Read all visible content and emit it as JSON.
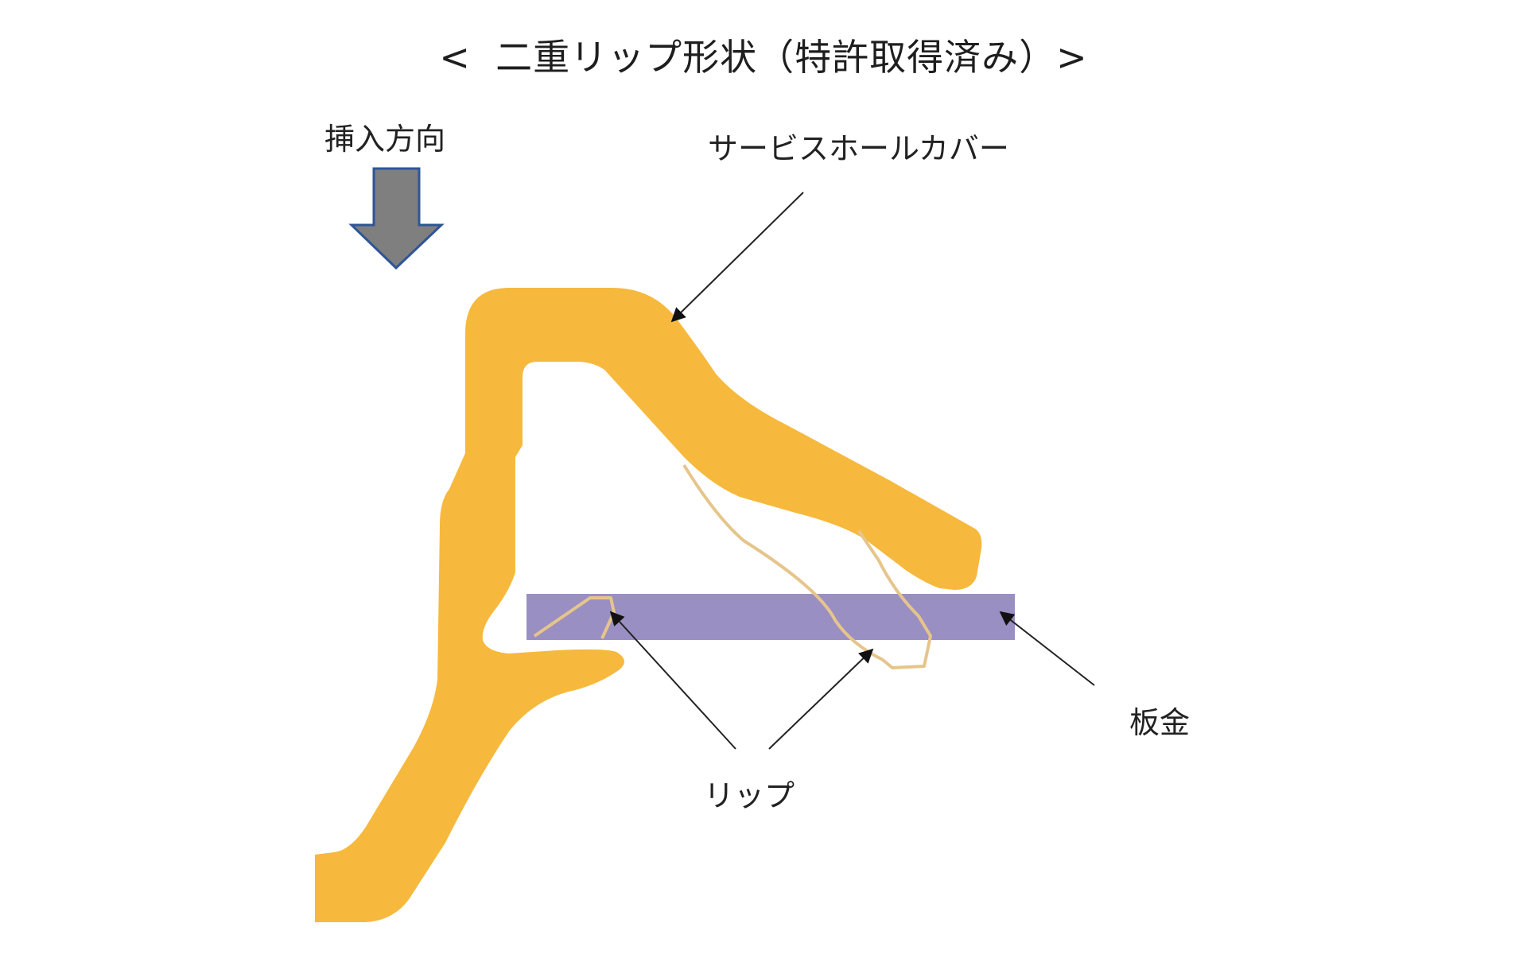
{
  "title": "<  二重リップ形状（特許取得済み）>",
  "labels": {
    "insertion_direction": "挿入方向",
    "service_hole_cover": "サービスホールカバー",
    "sheet_metal": "板金",
    "lip": "リップ"
  },
  "colors": {
    "seal_body": "#f6b93d",
    "lip_outline": "#e6c58c",
    "sheet_metal": "#9a8fc2",
    "arrow_fill": "#7f7f7f",
    "arrow_stroke": "#2f5597",
    "leader_line": "#222222"
  }
}
